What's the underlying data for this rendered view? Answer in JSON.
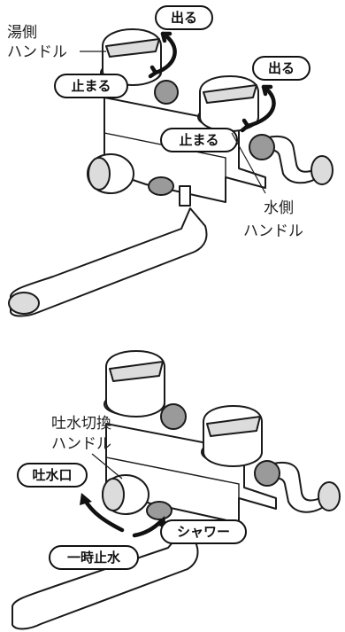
{
  "top_diagram": {
    "hot_handle_label_line1": "湯側",
    "hot_handle_label_line2": "ハンドル",
    "hot_open_label": "出る",
    "hot_close_label": "止まる",
    "cold_open_label": "出る",
    "cold_close_label": "止まる",
    "cold_handle_label_line1": "水側",
    "cold_handle_label_line2": "ハンドル"
  },
  "bottom_diagram": {
    "switch_handle_label_line1": "吐水切換",
    "switch_handle_label_line2": "ハンドル",
    "spout_label": "吐水口",
    "shower_label": "シャワー",
    "pause_label": "一時止水"
  }
}
